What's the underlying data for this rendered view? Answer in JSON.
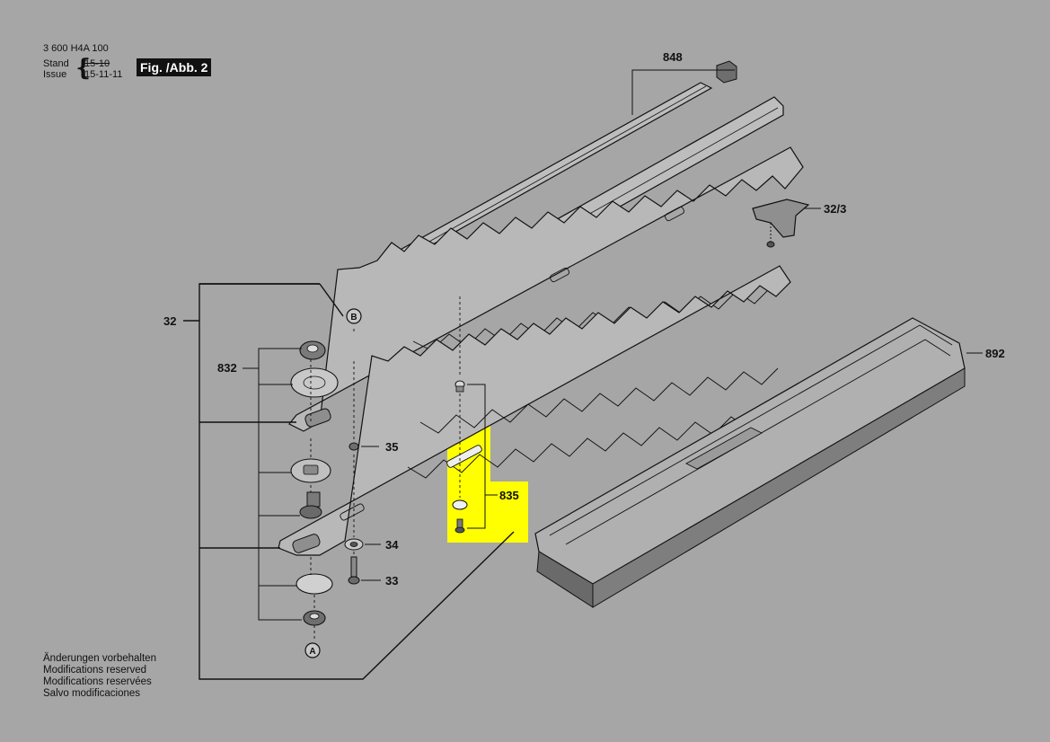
{
  "header": {
    "doc_number": "3 600 H4A 100",
    "stand_label": "Stand",
    "issue_label": "Issue",
    "old_date": "15-10",
    "issue_date": "15-11-11",
    "figure_label": "Fig. /Abb. 2"
  },
  "parts": {
    "p848": "848",
    "p32_3": "32/3",
    "p32": "32",
    "pB": "B",
    "p892": "892",
    "p832": "832",
    "p35": "35",
    "p835": "835",
    "p34": "34",
    "p33": "33",
    "pA": "A"
  },
  "modifications": [
    "Änderungen vorbehalten",
    "Modifications reserved",
    "Modifications reservées",
    "Salvo modificaciones"
  ],
  "colors": {
    "background": "#a6a6a6",
    "highlight": "#ffff00",
    "line": "#111111"
  }
}
